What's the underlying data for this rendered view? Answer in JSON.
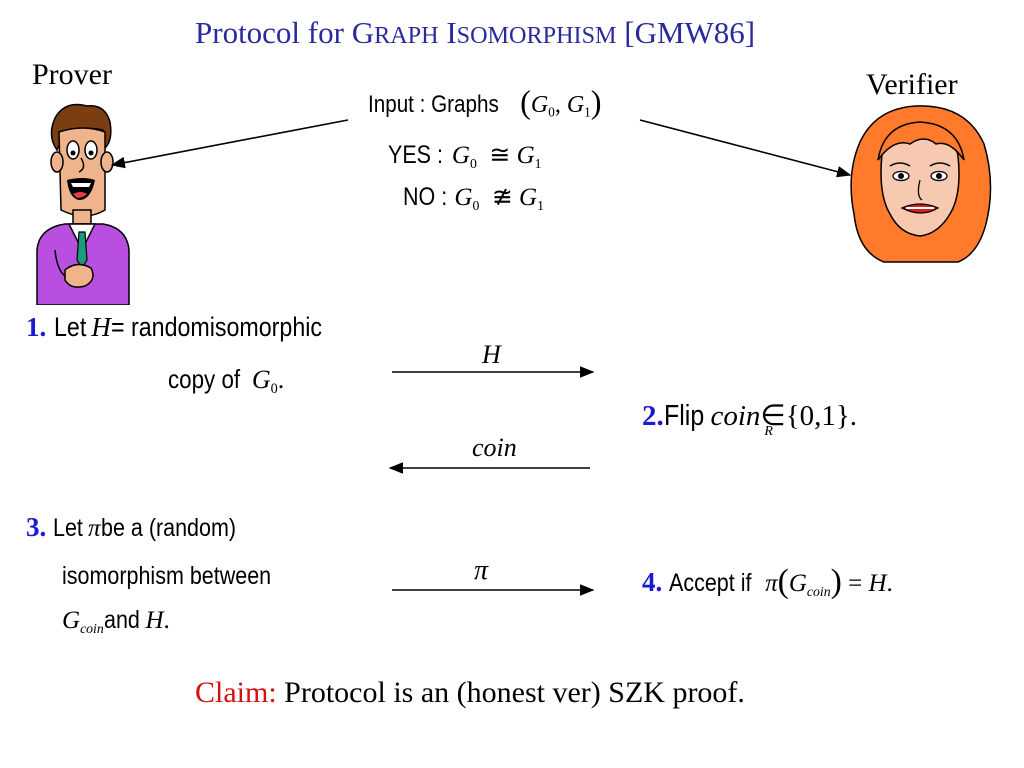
{
  "title": {
    "prefix": "Protocol for ",
    "g1": "G",
    "g2": "RAPH",
    "i1": "I",
    "i2": "SOMORPHISM",
    "ref": "[GMW86]"
  },
  "parties": {
    "prover": "Prover",
    "verifier": "Verifier"
  },
  "input": {
    "label": "Input : Graphs ",
    "yes_label": "YES : ",
    "no_label": "NO : ",
    "G": "G",
    "sub0": "0",
    "sub1": "1",
    "iso": "≅",
    "notiso": "≇"
  },
  "steps": {
    "s1": {
      "num": "1.",
      "text_a": "Let ",
      "H": "H",
      "text_b": " = randomisomorphic",
      "line2": "copy of ",
      "G": "G",
      "sub": "0",
      "dot": "."
    },
    "s2": {
      "num": "2.",
      "text": "Flip ",
      "coin": "coin",
      "in": "∈",
      "sub": "R",
      "set": "{0,1}",
      "dot": "."
    },
    "s3": {
      "num": "3.",
      "text_a": "Let ",
      "pi": "π",
      "text_b": " be a (random)",
      "line2": "isomorphism between",
      "G": "G",
      "sub": "coin",
      "and": " and ",
      "H": "H",
      "dot": "."
    },
    "s4": {
      "num": "4.",
      "text": "Accept if ",
      "pi": "π",
      "G": "G",
      "sub": "coin",
      "eq": " = ",
      "H": "H",
      "dot": "."
    }
  },
  "messages": {
    "m1": "H",
    "m2": "coin",
    "m3": "π"
  },
  "claim": {
    "label": "Claim:",
    "text": " Protocol is an (honest ver) SZK proof."
  },
  "colors": {
    "title": "#2a2a9e",
    "step_number": "#1a1ad6",
    "claim_label": "#d21010",
    "text": "#000000"
  },
  "icons": {
    "prover": "cartoon-man-icon",
    "verifier": "cartoon-woman-icon"
  }
}
